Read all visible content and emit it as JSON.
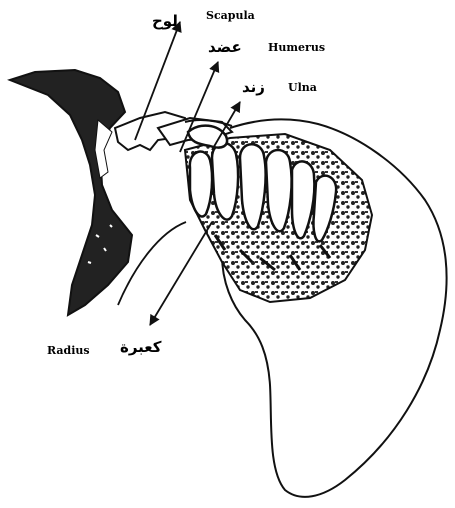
{
  "labels": {
    "scapula": {
      "en": "Scapula",
      "ar": "لوح"
    },
    "humerus": {
      "en": "Humerus",
      "ar": "عضد"
    },
    "ulna": {
      "en": "Ulna",
      "ar": "زند"
    },
    "radius": {
      "en": "Radius",
      "ar": "كعبرة"
    }
  },
  "colors": {
    "ink": "#111111",
    "bone": "#222222",
    "paper": "#ffffff"
  }
}
